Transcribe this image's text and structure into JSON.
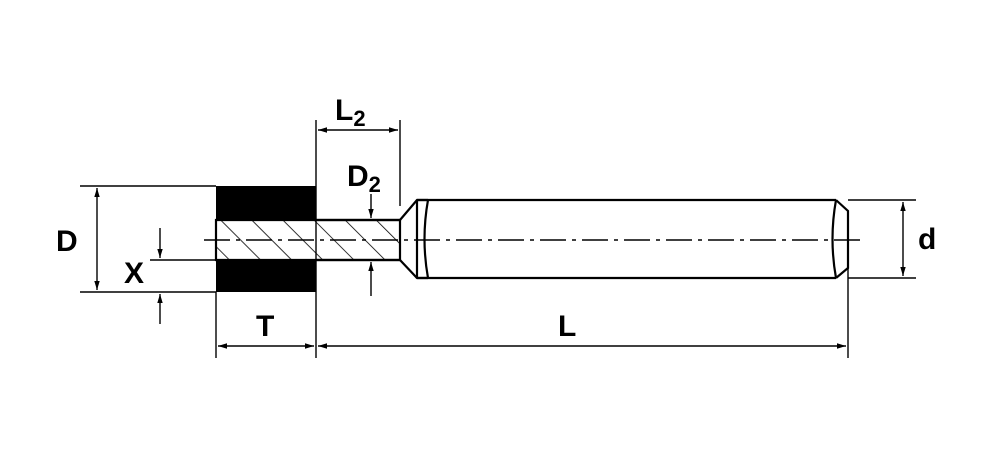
{
  "labels": {
    "L2_main": "L",
    "L2_sub": "2",
    "D2_main": "D",
    "D2_sub": "2",
    "D": "D",
    "X": "X",
    "T": "T",
    "L": "L",
    "d": "d"
  },
  "colors": {
    "ink": "#000000",
    "paper": "#ffffff"
  }
}
